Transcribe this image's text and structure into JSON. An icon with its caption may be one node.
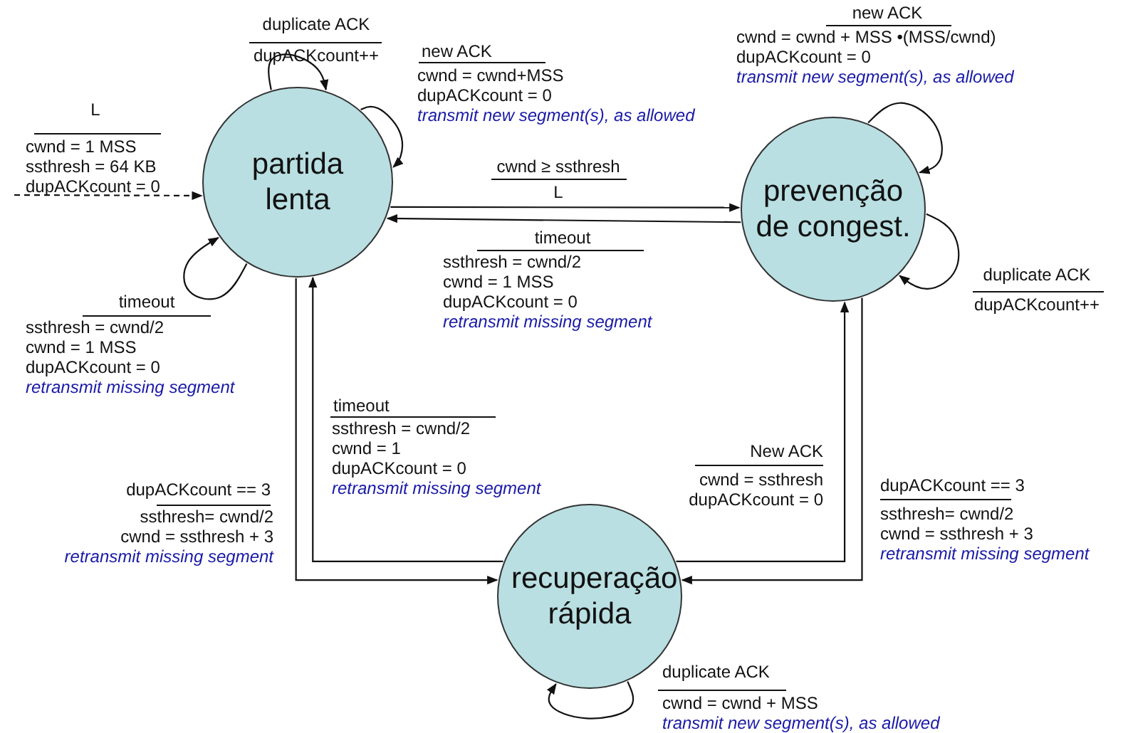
{
  "diagram": {
    "nodes": [
      {
        "text": [
          "partida lenta"
        ]
      },
      {
        "text": [
          "prevenção de congest."
        ]
      },
      {
        "text": [
          "recuperação rápida"
        ]
      }
    ],
    "edges": [
      {
        "from": null,
        "to": 0,
        "arrow": "to",
        "label": "L",
        "style": "dashed"
      },
      {
        "from": 0,
        "to": 0,
        "arrow": "to",
        "label": "duplicate ACK"
      },
      {
        "from": 0,
        "to": 0,
        "arrow": "to",
        "label": "new ACK"
      },
      {
        "from": 0,
        "to": 0,
        "arrow": "to",
        "label": "timeout"
      },
      {
        "from": 0,
        "to": 1,
        "arrow": "to",
        "label": "cwnd ≥ ssthresh"
      },
      {
        "from": 1,
        "to": 0,
        "arrow": "to",
        "label": "timeout"
      },
      {
        "from": 1,
        "to": 1,
        "arrow": "to",
        "label": "new ACK"
      },
      {
        "from": 1,
        "to": 1,
        "arrow": "to",
        "label": "duplicate ACK"
      },
      {
        "from": 2,
        "to": 0,
        "arrow": "to",
        "label": "timeout"
      },
      {
        "from": 0,
        "to": 2,
        "arrow": "to",
        "label": "dupACKcount == 3"
      },
      {
        "from": 2,
        "to": 1,
        "arrow": "to",
        "label": "New ACK"
      },
      {
        "from": 1,
        "to": 2,
        "arrow": "to",
        "label": "dupACKcount == 3"
      },
      {
        "from": 2,
        "to": 2,
        "arrow": "to",
        "label": "duplicate ACK"
      }
    ],
    "labels": [
      "cwnd = 1 MSS",
      "ssthresh = 64 KB",
      "dupACKcount = 0",
      "dupACKcount++",
      "cwnd = cwnd+MSS",
      "dupACKcount = 0",
      "transmit new segment(s), as allowed",
      "ssthresh = cwnd/2",
      "cwnd = 1 MSS",
      "dupACKcount = 0",
      "retransmit missing segment",
      "L",
      "ssthresh = cwnd/2",
      "cwnd = 1 MSS",
      "dupACKcount = 0",
      "retransmit missing segment",
      "cwnd = cwnd + MSS  •(MSS/cwnd)",
      "dupACKcount = 0",
      "transmit new segment(s), as allowed",
      "dupACKcount++",
      "ssthresh = cwnd/2",
      "cwnd = 1",
      "dupACKcount = 0",
      "retransmit missing segment",
      "ssthresh= cwnd/2",
      "cwnd = ssthresh + 3",
      "retransmit missing segment",
      "cwnd = ssthresh",
      "dupACKcount = 0",
      "ssthresh= cwnd/2",
      "cwnd = ssthresh + 3",
      "retransmit missing segment",
      "cwnd = cwnd + MSS",
      "transmit new segment(s), as allowed"
    ]
  }
}
